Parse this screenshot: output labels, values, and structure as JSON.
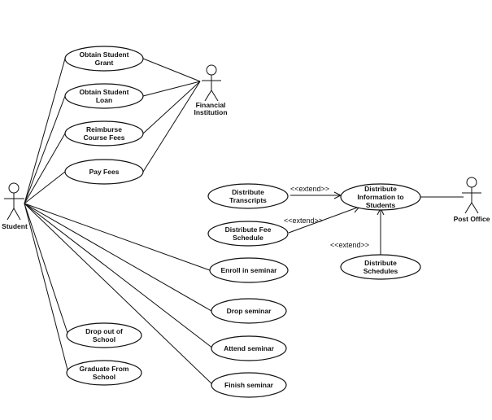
{
  "actors": {
    "student": "Student",
    "financial": [
      "Financial",
      "Institution"
    ],
    "post_office": "Post Office"
  },
  "use_cases": {
    "grant": [
      "Obtain Student",
      "Grant"
    ],
    "loan": [
      "Obtain Student",
      "Loan"
    ],
    "reimburse": [
      "Reimburse",
      "Course Fees"
    ],
    "pay": [
      "Pay Fees"
    ],
    "enroll": [
      "Enroll in seminar"
    ],
    "drop_seminar": [
      "Drop seminar"
    ],
    "attend": [
      "Attend seminar"
    ],
    "finish": [
      "Finish seminar"
    ],
    "dropout": [
      "Drop out of",
      "School"
    ],
    "graduate": [
      "Graduate From",
      "School"
    ],
    "transcripts": [
      "Distribute",
      "Transcripts"
    ],
    "fee_schedule": [
      "Distribute Fee",
      "Schedule"
    ],
    "schedules": [
      "Distribute",
      "Schedules"
    ],
    "info": [
      "Distribute",
      "Information to",
      "Students"
    ]
  },
  "relations": {
    "extend_label": "<<extend>>"
  }
}
